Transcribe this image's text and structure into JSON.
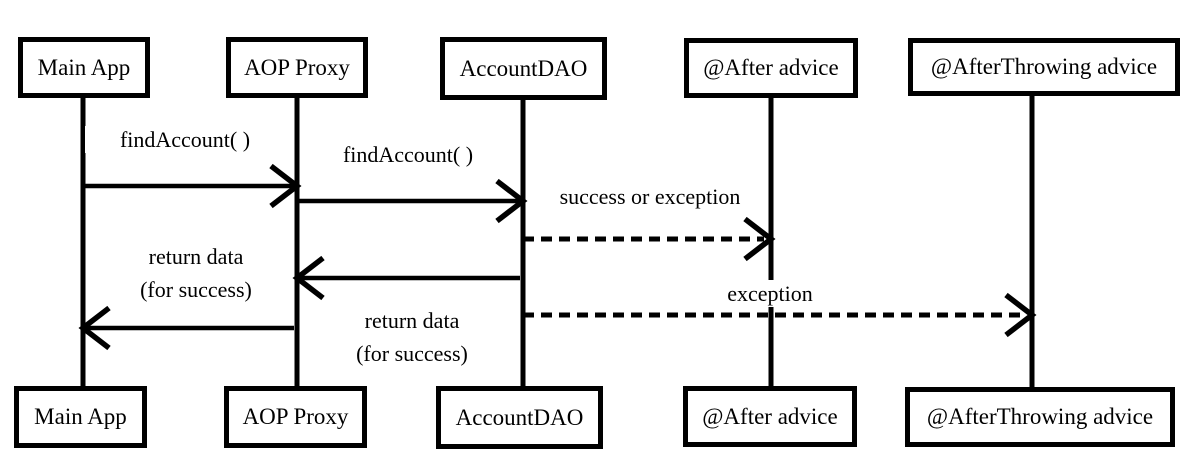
{
  "diagram_type": "uml-sequence-diagram",
  "colors": {
    "line": "#000000",
    "text": "#000000",
    "background": "#ffffff"
  },
  "actors": [
    {
      "id": "main-app",
      "label": "Main App"
    },
    {
      "id": "aop-proxy",
      "label": "AOP Proxy"
    },
    {
      "id": "account-dao",
      "label": "AccountDAO"
    },
    {
      "id": "after-advice",
      "label": "@After advice"
    },
    {
      "id": "after-throwing-advice",
      "label": "@AfterThrowing advice"
    }
  ],
  "messages": [
    {
      "label": "findAccount( )",
      "from": "Main App",
      "to": "AOP Proxy",
      "style": "solid"
    },
    {
      "label": "findAccount( )",
      "from": "AOP Proxy",
      "to": "AccountDAO",
      "style": "solid"
    },
    {
      "label": "success or exception",
      "from": "AccountDAO",
      "to": "@After advice",
      "style": "dashed"
    },
    {
      "label": "return data (for success)",
      "lines": [
        "return data",
        "(for success)"
      ],
      "from": "AccountDAO",
      "to": "AOP Proxy",
      "style": "solid"
    },
    {
      "label": "exception",
      "from": "AccountDAO",
      "to": "@AfterThrowing advice",
      "style": "dashed"
    },
    {
      "label": "return data (for success)",
      "lines": [
        "return data",
        "(for success)"
      ],
      "from": "AOP Proxy",
      "to": "Main App",
      "style": "solid"
    }
  ]
}
